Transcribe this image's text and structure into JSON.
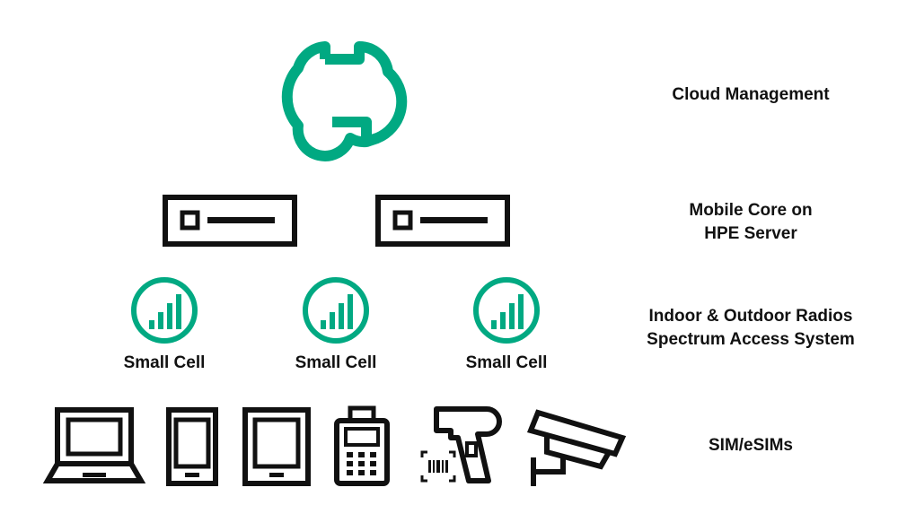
{
  "colors": {
    "accent": "#01a982",
    "ink": "#111111",
    "background": "#ffffff"
  },
  "layers": {
    "cloud": {
      "label": "Cloud Management",
      "icon": "cloud-icon"
    },
    "core": {
      "line1": "Mobile Core on",
      "line2": "HPE Server",
      "icons": [
        "server-icon",
        "server-icon"
      ]
    },
    "radios": {
      "line1": "Indoor & Outdoor Radios",
      "line2": "Spectrum Access System",
      "cells": [
        {
          "label": "Small Cell",
          "icon": "signal-bars-icon"
        },
        {
          "label": "Small Cell",
          "icon": "signal-bars-icon"
        },
        {
          "label": "Small Cell",
          "icon": "signal-bars-icon"
        }
      ]
    },
    "devices": {
      "label": "SIM/eSIMs",
      "icons": [
        "laptop-icon",
        "smartphone-icon",
        "tablet-icon",
        "handheld-terminal-icon",
        "barcode-scanner-icon",
        "security-camera-icon"
      ]
    }
  }
}
